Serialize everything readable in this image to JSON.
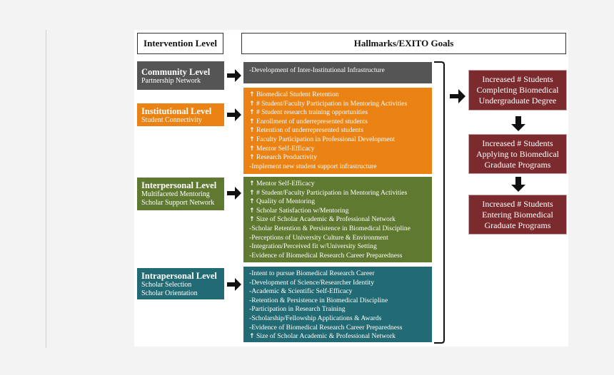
{
  "headers": {
    "left": "Intervention Level",
    "right": "Hallmarks/EXITO Goals"
  },
  "levels": [
    {
      "title": "Community Level",
      "sub": [
        "Partnership Network"
      ],
      "color": "#555555"
    },
    {
      "title": "Institutional Level",
      "sub": [
        "Student Connectivity"
      ],
      "color": "#ea8214"
    },
    {
      "title": "Interpersonal Level",
      "sub": [
        "Multifaceted Mentoring",
        "Scholar Support Network"
      ],
      "color": "#5f7a30"
    },
    {
      "title": "Intrapersonal Level",
      "sub": [
        "Scholar Selection",
        "Scholar Orientation"
      ],
      "color": "#236b74"
    }
  ],
  "goals": [
    {
      "items": [
        {
          "up": false,
          "text": "-Development of Inter-Institutional Infrastructure"
        }
      ]
    },
    {
      "items": [
        {
          "up": true,
          "text": " Biomedical Student Retention"
        },
        {
          "up": true,
          "text": " # Student/Faculty Participation in Mentoring Activities"
        },
        {
          "up": true,
          "text": " # Student research training opportunities"
        },
        {
          "up": true,
          "text": " Enrollment of underrepresented students"
        },
        {
          "up": true,
          "text": " Retention of underrepresented students"
        },
        {
          "up": true,
          "text": " Faculty Participation in Professional Development"
        },
        {
          "up": true,
          "text": " Mentor Self-Efficacy"
        },
        {
          "up": true,
          "text": " Research Productivity"
        },
        {
          "up": false,
          "text": "-Implement new student support infrastructure"
        }
      ]
    },
    {
      "items": [
        {
          "up": true,
          "text": " Mentor Self-Efficacy"
        },
        {
          "up": true,
          "text": " # Student/Faculty Participation in Mentoring Activities"
        },
        {
          "up": true,
          "text": " Quality of Mentoring"
        },
        {
          "up": true,
          "text": " Scholar Satisfaction w/Mentoring"
        },
        {
          "up": true,
          "text": " Size of Scholar Academic & Professional Network"
        },
        {
          "up": false,
          "text": "-Scholar Retention & Persistence in Biomedical Discipline"
        },
        {
          "up": false,
          "text": "-Perceptions of University Culture & Environment"
        },
        {
          "up": false,
          "text": "-Integration/Perceived fit w/University Setting"
        },
        {
          "up": false,
          "text": "-Evidence of Biomedical Research Career Preparedness"
        }
      ]
    },
    {
      "items": [
        {
          "up": false,
          "text": "-Intent to pursue Biomedical Research Career"
        },
        {
          "up": false,
          "text": "-Development of Science/Researcher Identity"
        },
        {
          "up": false,
          "text": "-Academic & Scientific Self-Efficacy"
        },
        {
          "up": false,
          "text": "-Retention & Persistence in Biomedical Discipline"
        },
        {
          "up": false,
          "text": "-Participation in Research Training"
        },
        {
          "up": false,
          "text": "-Scholarship/Fellowship Applications & Awards"
        },
        {
          "up": false,
          "text": "-Evidence of Biomedical Research Career Preparedness"
        },
        {
          "up": true,
          "text": " Size of Scholar Academic & Professional Network"
        }
      ]
    }
  ],
  "outcomes": [
    [
      "Increased # Students",
      "Completing Biomedical",
      "Undergraduate Degree"
    ],
    [
      "Increased # Students",
      "Applying to Biomedical",
      "Graduate Programs"
    ],
    [
      "Increased # Students",
      "Entering Biomedical",
      "Graduate Programs"
    ]
  ],
  "up_glyph": "↑",
  "outcome_color": "#7b2a2d"
}
